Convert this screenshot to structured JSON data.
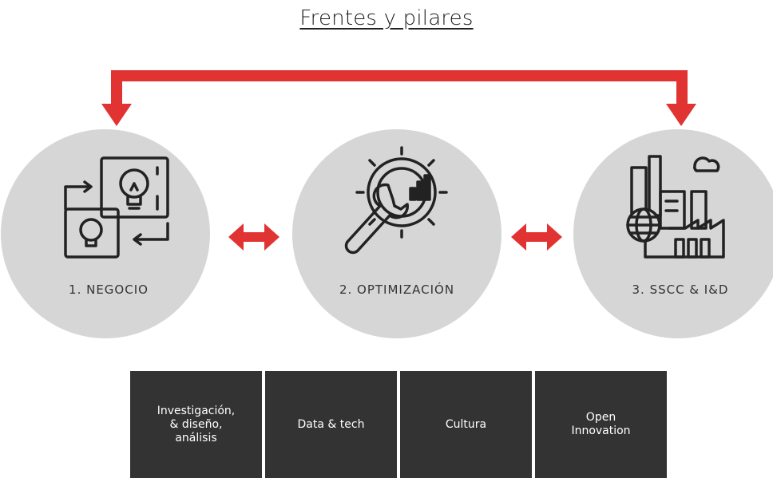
{
  "title": "Frentes y pilares",
  "colors": {
    "arrow": "#e23333",
    "circle": "#d6d6d6",
    "icon_stroke": "#222222",
    "pillar_bg": "#333333",
    "pillar_text": "#ffffff"
  },
  "fronts": [
    {
      "label": "1. NEGOCIO",
      "icon": "ideas-exchange-icon"
    },
    {
      "label": "2. OPTIMIZACIÓN",
      "icon": "wrench-gear-chart-icon"
    },
    {
      "label": "3. SSCC & I&D",
      "icon": "factory-globe-icon"
    }
  ],
  "pillars": [
    {
      "label": "Investigación,\n& diseño,\nanálisis"
    },
    {
      "label": "Data & tech"
    },
    {
      "label": "Cultura"
    },
    {
      "label": "Open\nInnovation"
    }
  ]
}
